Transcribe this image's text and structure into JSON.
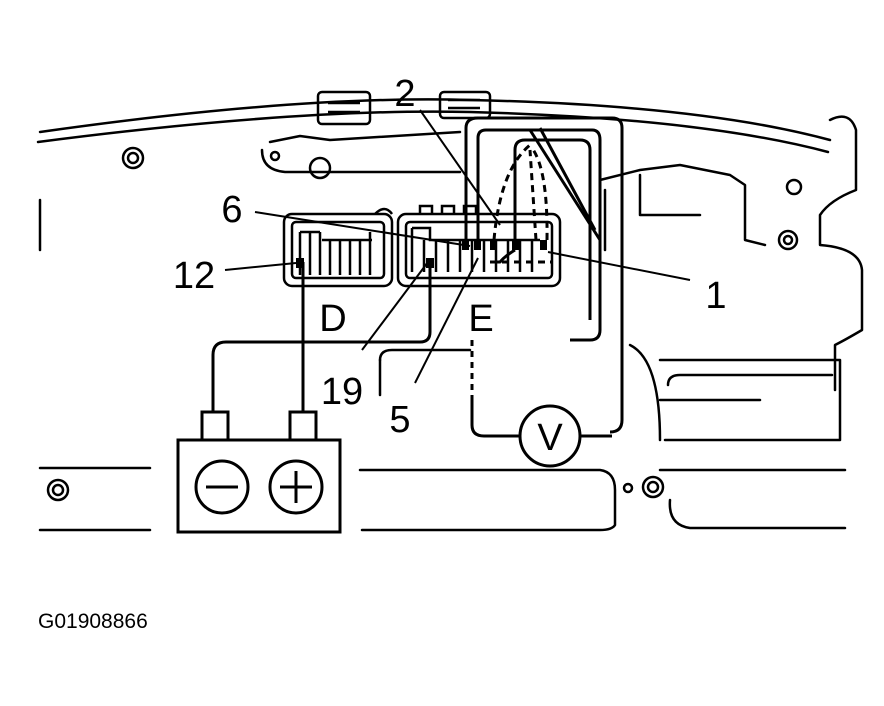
{
  "diagram": {
    "pin_labels": {
      "pin1": "1",
      "pin2": "2",
      "pin5": "5",
      "pin6": "6",
      "pin12": "12",
      "pin19": "19"
    },
    "connector_labels": {
      "connector_d": "D",
      "connector_e": "E"
    },
    "meter": {
      "symbol": "V"
    },
    "battery": {
      "negative": "−",
      "positive": "+"
    },
    "figure_code": "G01908866"
  },
  "colors": {
    "ink": "#000000",
    "paper": "#ffffff"
  }
}
